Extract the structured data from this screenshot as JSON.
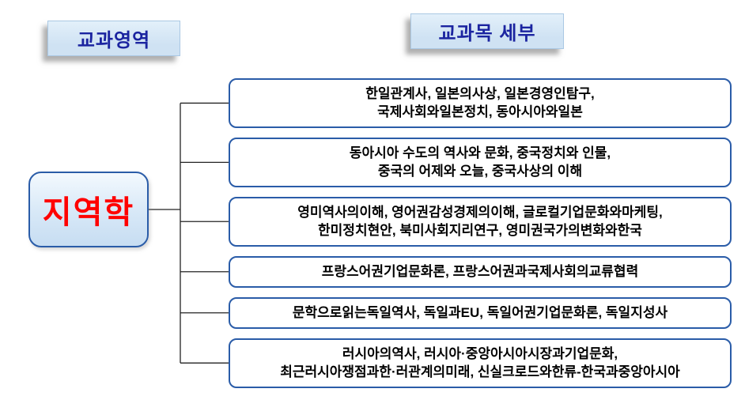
{
  "headers": {
    "left": "교과영역",
    "right": "교과목 세부"
  },
  "root": {
    "label": "지역학"
  },
  "courses": [
    {
      "text": "한일관계사, 일본의사상, 일본경영인탐구,\n국제사회와일본정치, 동아시아와일본"
    },
    {
      "text": "동아시아 수도의 역사와 문화, 중국정치와 인물,\n중국의 어제와 오늘, 중국사상의 이해"
    },
    {
      "text": "영미역사의이해, 영어권감성경제의이해, 글로컬기업문화와마케팅,\n한미정치현안, 북미사회지리연구, 영미권국가의변화와한국"
    },
    {
      "text": "프랑스어권기업문화론, 프랑스어권과국제사회의교류협력"
    },
    {
      "text": "문학으로읽는독일역사, 독일과EU, 독일어권기업문화론, 독일지성사"
    },
    {
      "text": "러시아의역사, 러시아·중앙아시아시장과기업문화,\n최근러시아쟁점과한·러관계의미래, 신실크로드와한류-한국과중앙아시아"
    }
  ],
  "colors": {
    "border_blue": "#2a5ca8",
    "header_fill": "#cfe2f3",
    "header_text": "#1b24a0",
    "root_text": "#ff0000",
    "line_color": "#222222"
  }
}
